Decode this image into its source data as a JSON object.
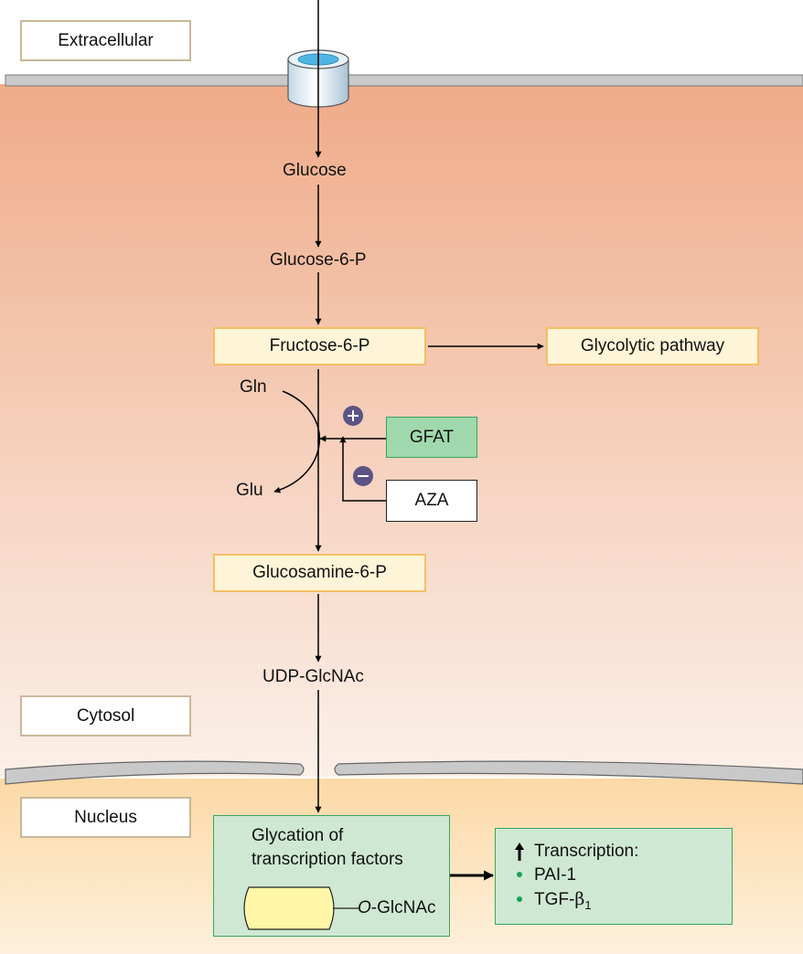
{
  "regions": {
    "extracellular": "Extracellular",
    "cytosol": "Cytosol",
    "nucleus": "Nucleus"
  },
  "metabolites": {
    "glucose": "Glucose",
    "glucose_6p": "Glucose-6-P",
    "fructose_6p": "Fructose-6-P",
    "glycolytic": "Glycolytic pathway",
    "gln": "Gln",
    "glu": "Glu",
    "glucosamine_6p": "Glucosamine-6-P",
    "udp_glcnac": "UDP-GlcNAc"
  },
  "regulators": {
    "gfat": "GFAT",
    "aza": "AZA",
    "plus": "+",
    "minus": "−"
  },
  "nucleus_panel": {
    "line1": "Glycation of",
    "line2": "transcription factors",
    "tag_o": "O",
    "tag_rest": "-GlcNAc"
  },
  "transcription": {
    "title": "Transcription:",
    "item1": "PAI-1",
    "item2_prefix": "TGF-",
    "item2_beta": "β",
    "item2_sub": "1"
  },
  "colors": {
    "cytosol_top": "#efab88",
    "cytosol_bottom": "#fbeee6",
    "nucleus_fill": "#fde9cc",
    "membrane": "#c9c9c9",
    "orange_box": "#fef4d8",
    "orange_border": "#f4bf63",
    "green_box": "#9fd9ad",
    "green_panel": "#cfe8d4",
    "regulator_circle": "#5b5384",
    "yellow_cylinder": "#fff6a8"
  }
}
